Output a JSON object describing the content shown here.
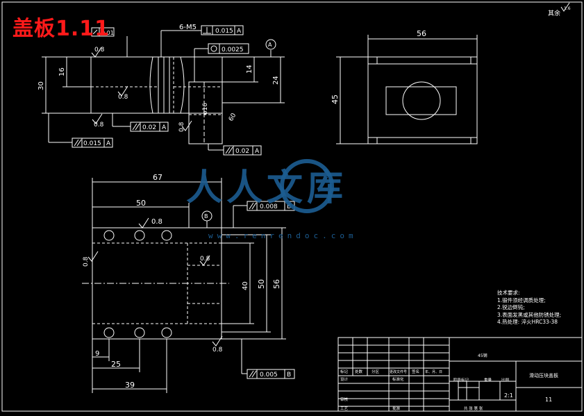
{
  "title": "盖板1.11",
  "corner_note": "其余",
  "corner_roughness": "1.6",
  "top_left_view": {
    "flatness": "0.01",
    "roughness_top": "0.8",
    "roughness_mid": "0.8",
    "roughness_bot": "0.8",
    "roughness_right": "0.8",
    "dim_16": "16",
    "dim_30": "30",
    "thread": "6-M5",
    "perp_tol": "0.015",
    "perp_datum": "A",
    "circ_tol": "0.0025",
    "datum_a": "A",
    "dim_14": "14",
    "dim_24": "24",
    "dia_16": "ø16",
    "dim_60": "60",
    "par_tol_1": "0.02",
    "par_datum_1": "A",
    "par_tol_2": "0.015",
    "par_datum_2": "A",
    "par_tol_3": "0.02",
    "par_datum_3": "A"
  },
  "top_right_view": {
    "dim_56": "56",
    "dim_45": "45"
  },
  "bottom_view": {
    "dim_67": "67",
    "dim_50_top": "50",
    "datum_b": "B",
    "par_tol_top": "0.008",
    "par_datum_top": "B",
    "roughness_top": "0.8",
    "roughness_left": "0.8",
    "roughness_inner": "0.8",
    "roughness_bottom": "0.8",
    "dim_40": "40",
    "dim_50_right": "50",
    "dim_56_right": "56",
    "dim_9": "9",
    "dim_25": "25",
    "dim_39": "39",
    "par_tol_bot": "0.005",
    "par_datum_bot": "B"
  },
  "tech_requirements": [
    "技术要求:",
    "1.锻件须经调质处理;",
    "2.锐边倒钝;",
    "3.表面发黑或其他防锈处理;",
    "4.热处理: 淬火HRC33-38"
  ],
  "title_block": {
    "material": "45钢",
    "part_name": "滑动压块盖板",
    "drawing_no": "11",
    "scale": "2:1",
    "row_labels": [
      "标记",
      "处数",
      "分区",
      "更改文件号",
      "签名",
      "年、月、日"
    ],
    "design": "设计",
    "standardize": "标准化",
    "stage_mark": "阶段标记",
    "weight": "重量",
    "scale_label": "比例",
    "review": "审核",
    "process": "工艺",
    "approve": "批准",
    "sheets": "共  张 第  张"
  },
  "watermark": {
    "text": "人人文库",
    "url": "www.renrendoc.com"
  }
}
